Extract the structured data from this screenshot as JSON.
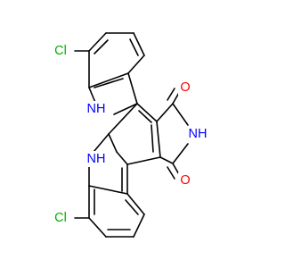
{
  "molecule": {
    "colors": {
      "bond": "#000000",
      "carbon": "#000000",
      "nitrogen": "#0000ff",
      "oxygen": "#ff0000",
      "chlorine": "#00b000"
    },
    "labels": {
      "cl_top": "Cl",
      "cl_bottom": "Cl",
      "nh_top": "NH",
      "nh_bottom": "NH",
      "nh_imide": "NH",
      "o_top": "O",
      "o_bottom": "O"
    }
  }
}
